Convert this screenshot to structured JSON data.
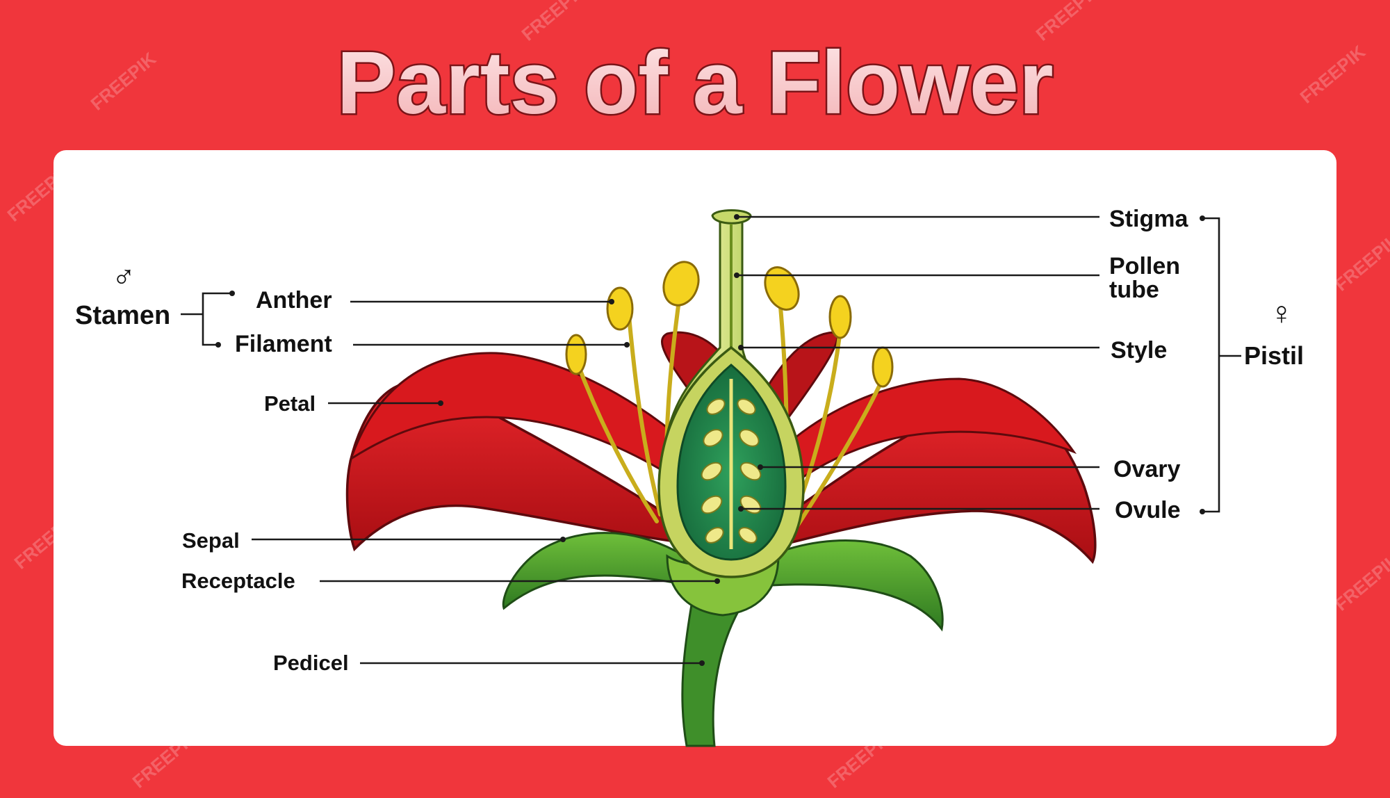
{
  "title": "Parts of a Flower",
  "watermark": "FREEPIK",
  "colors": {
    "background": "#f0363c",
    "panel": "#ffffff",
    "title_fill": "#f9d0d2",
    "title_stroke": "#7a1418",
    "petal": "#d8191e",
    "petal_dark": "#a50f14",
    "sepal": "#3f8f2a",
    "ovary": "#1f8a4c",
    "anther": "#f4d21f"
  },
  "stamen": {
    "symbol": "♂",
    "group_label": "Stamen",
    "parts": [
      "Anther",
      "Filament"
    ]
  },
  "pistil": {
    "symbol": "♀",
    "group_label": "Pistil",
    "parts": [
      "Stigma",
      "Pollen tube",
      "Style",
      "Ovary",
      "Ovule"
    ]
  },
  "labels": {
    "anther": "Anther",
    "filament": "Filament",
    "petal": "Petal",
    "sepal": "Sepal",
    "receptacle": "Receptacle",
    "pedicel": "Pedicel",
    "stigma": "Stigma",
    "pollen_tube_line1": "Pollen",
    "pollen_tube_line2": "tube",
    "style": "Style",
    "ovary": "Ovary",
    "ovule": "Ovule"
  }
}
